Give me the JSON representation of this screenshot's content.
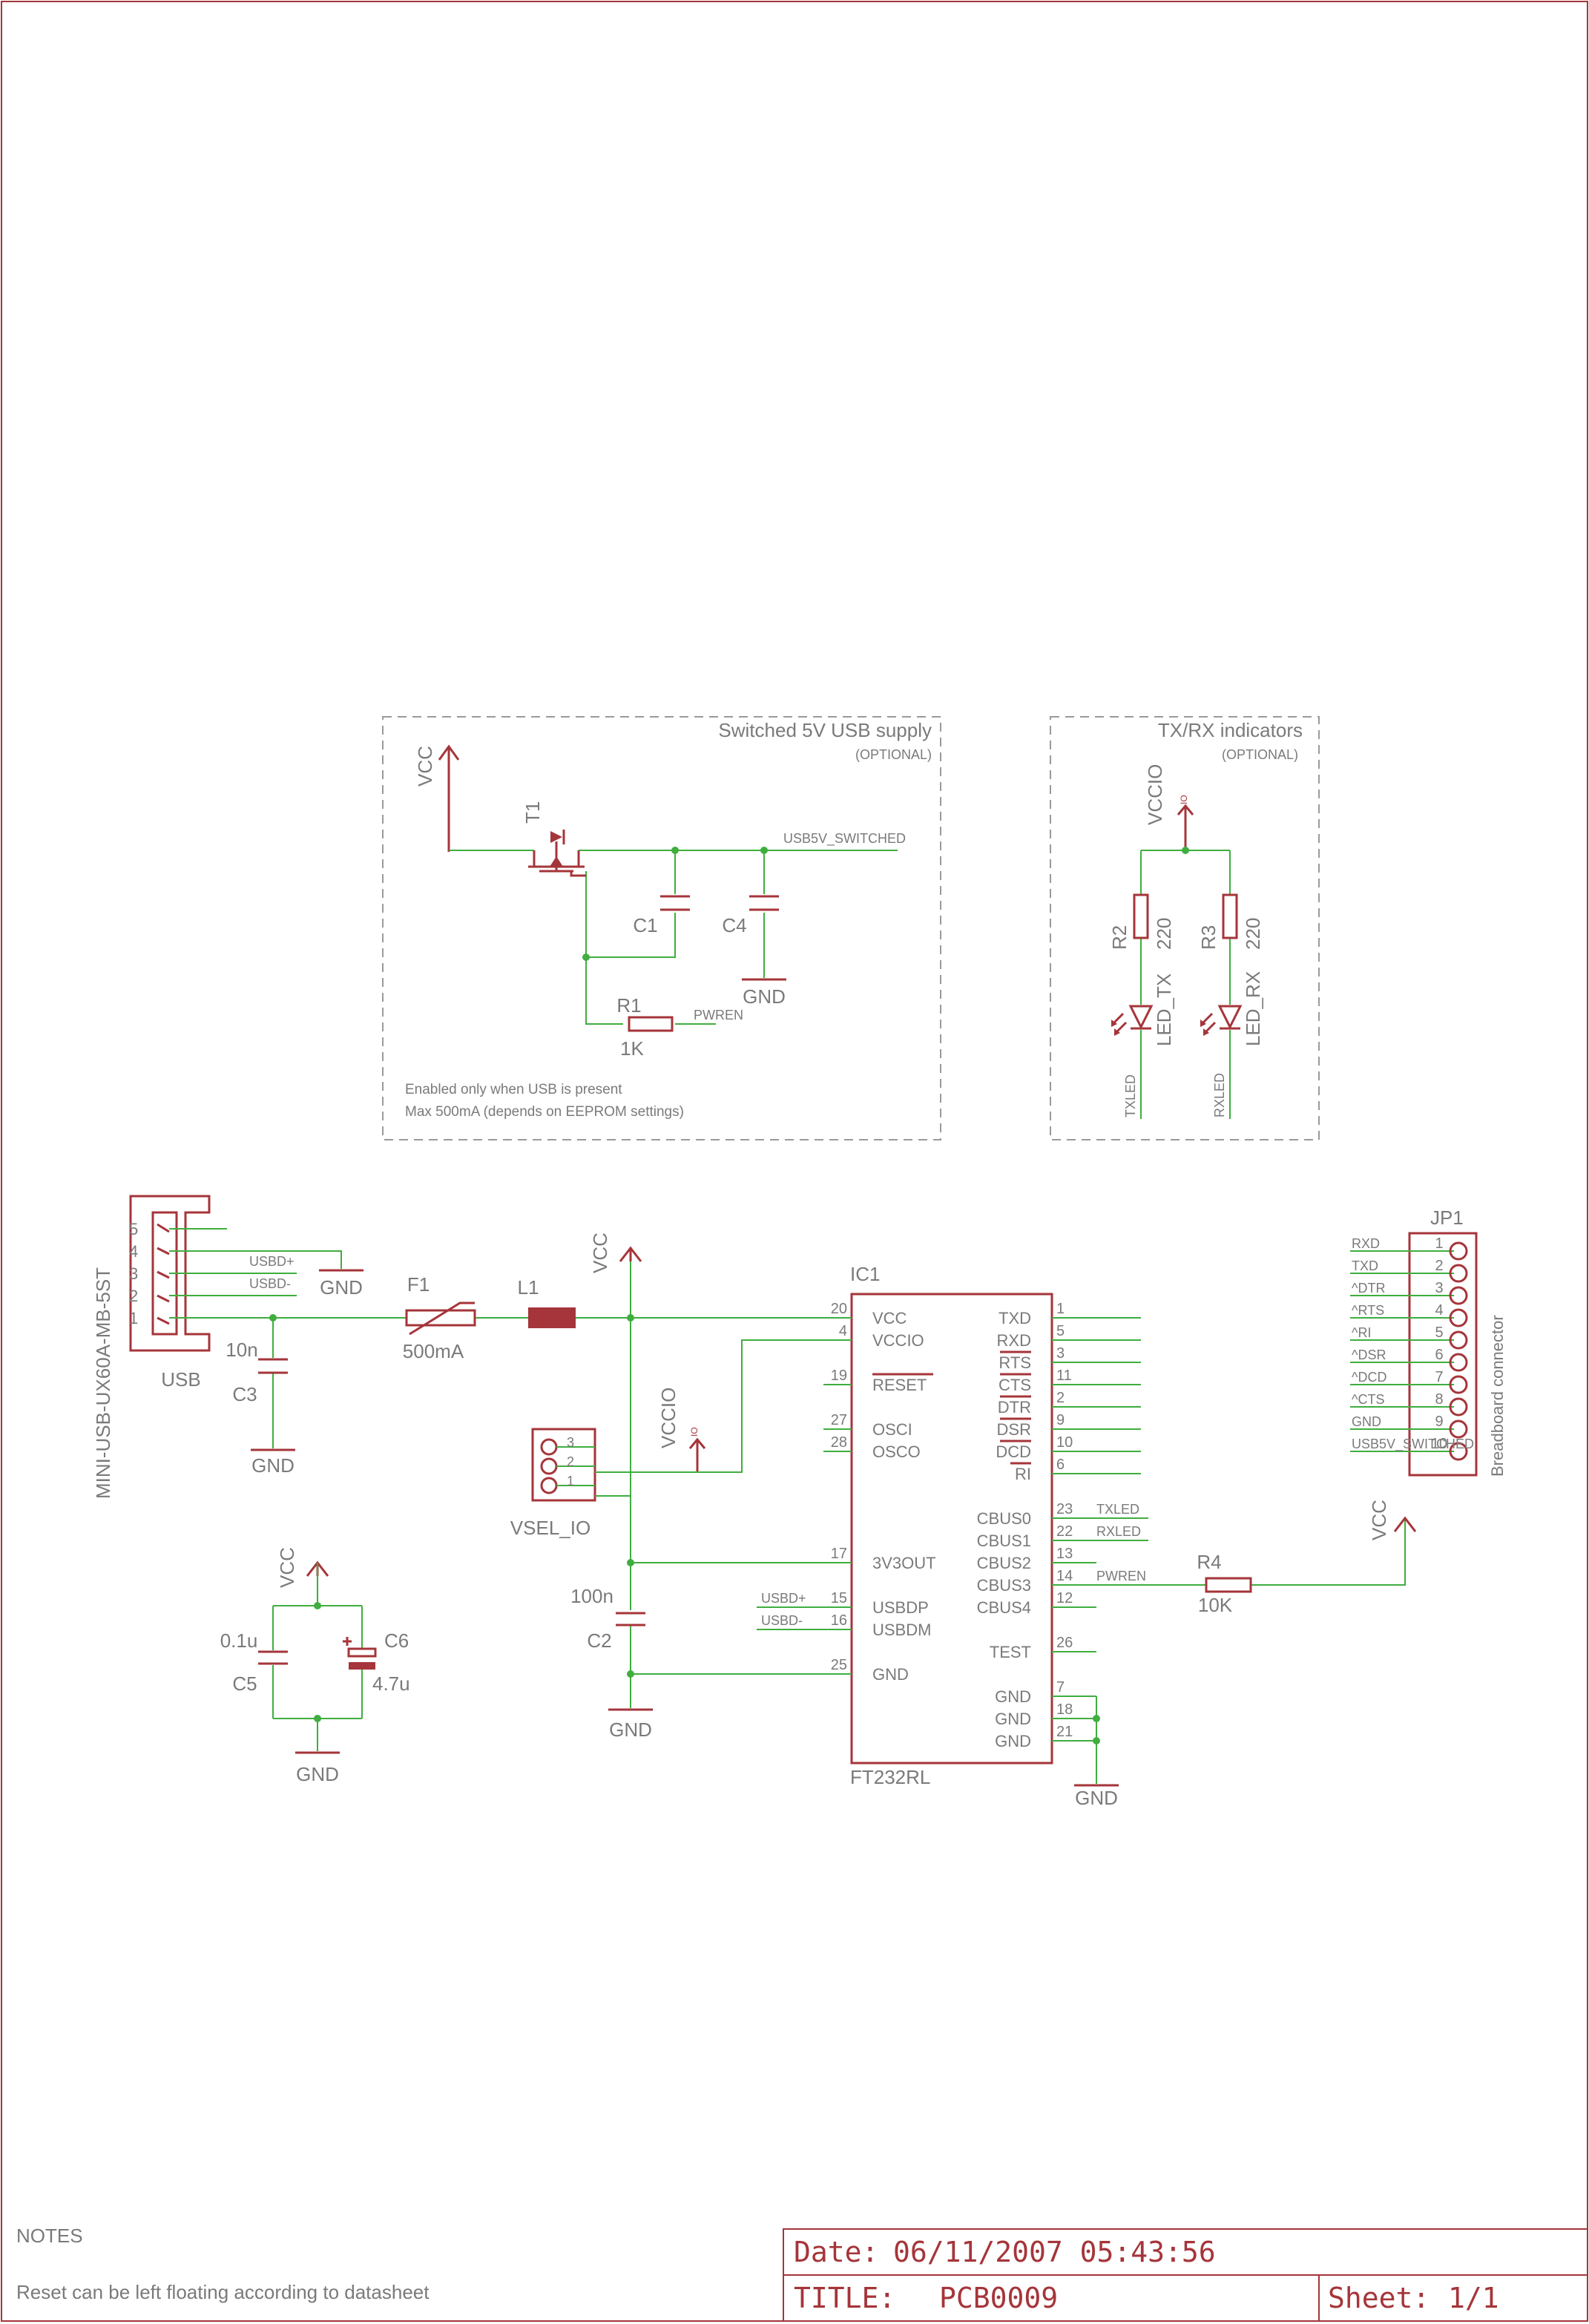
{
  "colors": {
    "wire": "#3fae3f",
    "symbol": "#a5353a",
    "label": "#7a7a7a",
    "frame": "#a5353a",
    "group_border": "#9a9a9a"
  },
  "supply": {
    "title": "Switched 5V USB supply",
    "optional": "(OPTIONAL)",
    "vcc": "VCC",
    "t1": "T1",
    "c1": "C1",
    "c4": "C4",
    "gnd": "GND",
    "r1": "R1",
    "r1_val": "1K",
    "pwren": "PWREN",
    "net": "USB5V_SWITCHED",
    "note1": "Enabled only when USB is present",
    "note2": "Max 500mA (depends on EEPROM settings)"
  },
  "indicators": {
    "title": "TX/RX indicators",
    "optional": "(OPTIONAL)",
    "vccio": "VCCIO",
    "io": "IO",
    "r2": "R2",
    "r2_val": "220",
    "r3": "R3",
    "r3_val": "220",
    "led_tx": "LED_TX",
    "led_rx": "LED_RX",
    "txled": "TXLED",
    "rxled": "RXLED"
  },
  "usb": {
    "part": "MINI-USB-UX60A-MB-5ST",
    "name": "USB",
    "pins": [
      "5",
      "4",
      "3",
      "2",
      "1"
    ],
    "usbdp": "USBD+",
    "usbdm": "USBD-",
    "gnd": "GND"
  },
  "input": {
    "f1": "F1",
    "f1_val": "500mA",
    "l1": "L1",
    "c3": "C3",
    "c3_val": "10n",
    "gnd": "GND",
    "vcc": "VCC",
    "vccio": "VCCIO",
    "io": "IO"
  },
  "vsel": {
    "name": "VSEL_IO",
    "pins": [
      "3",
      "2",
      "1"
    ]
  },
  "ic1": {
    "name": "IC1",
    "part": "FT232RL",
    "left": [
      {
        "pin": "20",
        "sig": "VCC",
        "net": ""
      },
      {
        "pin": "4",
        "sig": "VCCIO",
        "net": ""
      },
      {
        "pin": "19",
        "sig": "RESET",
        "net": ""
      },
      {
        "pin": "27",
        "sig": "OSCI",
        "net": ""
      },
      {
        "pin": "28",
        "sig": "OSCO",
        "net": ""
      },
      {
        "pin": "17",
        "sig": "3V3OUT",
        "net": ""
      },
      {
        "pin": "15",
        "sig": "USBDP",
        "net": "USBD+"
      },
      {
        "pin": "16",
        "sig": "USBDM",
        "net": "USBD-"
      },
      {
        "pin": "25",
        "sig": "GND",
        "net": ""
      }
    ],
    "right": [
      {
        "pin": "1",
        "sig": "TXD",
        "net": ""
      },
      {
        "pin": "5",
        "sig": "RXD",
        "net": ""
      },
      {
        "pin": "3",
        "sig": "RTS",
        "net": ""
      },
      {
        "pin": "11",
        "sig": "CTS",
        "net": ""
      },
      {
        "pin": "2",
        "sig": "DTR",
        "net": ""
      },
      {
        "pin": "9",
        "sig": "DSR",
        "net": ""
      },
      {
        "pin": "10",
        "sig": "DCD",
        "net": ""
      },
      {
        "pin": "6",
        "sig": "RI",
        "net": ""
      },
      {
        "pin": "23",
        "sig": "CBUS0",
        "net": "TXLED"
      },
      {
        "pin": "22",
        "sig": "CBUS1",
        "net": "RXLED"
      },
      {
        "pin": "13",
        "sig": "CBUS2",
        "net": ""
      },
      {
        "pin": "14",
        "sig": "CBUS3",
        "net": "PWREN"
      },
      {
        "pin": "12",
        "sig": "CBUS4",
        "net": ""
      },
      {
        "pin": "26",
        "sig": "TEST",
        "net": ""
      },
      {
        "pin": "7",
        "sig": "GND",
        "net": ""
      },
      {
        "pin": "18",
        "sig": "GND",
        "net": ""
      },
      {
        "pin": "21",
        "sig": "GND",
        "net": ""
      }
    ],
    "gnd": "GND"
  },
  "c2": {
    "name": "C2",
    "value": "100n",
    "gnd": "GND"
  },
  "r4": {
    "name": "R4",
    "value": "10K",
    "vcc": "VCC"
  },
  "decoupling": {
    "vcc": "VCC",
    "c5": "C5",
    "c5_val": "0.1u",
    "c6": "C6",
    "c6_val": "4.7u",
    "gnd": "GND"
  },
  "jp1": {
    "name": "JP1",
    "caption": "Breadboard connector",
    "nets": [
      "RXD",
      "TXD",
      "^DTR",
      "^RTS",
      "^RI",
      "^DSR",
      "^DCD",
      "^CTS",
      "GND",
      "USB5V_SWITCHED"
    ],
    "pins": [
      "1",
      "2",
      "3",
      "4",
      "5",
      "6",
      "7",
      "8",
      "9",
      "10"
    ]
  },
  "notes": {
    "heading": "NOTES",
    "text": "Reset can be left floating according to datasheet"
  },
  "titleblock": {
    "date_label": "Date:",
    "date_value": "06/11/2007 05:43:56",
    "title_label": "TITLE:",
    "title_value": "PCB0009",
    "sheet_label": "Sheet:",
    "sheet_value": "1/1"
  }
}
